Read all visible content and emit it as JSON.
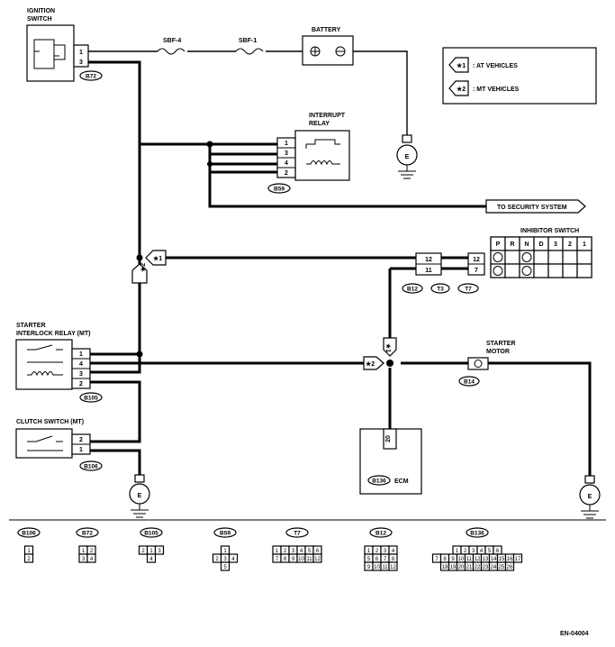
{
  "components": {
    "ignition_switch": [
      "IGNITION",
      "SWITCH"
    ],
    "battery": "BATTERY",
    "interrupt_relay": [
      "INTERRUPT",
      "RELAY"
    ],
    "inhibitor_switch": "INHIBITOR SWITCH",
    "starter_interlock_relay": [
      "STARTER",
      "INTERLOCK RELAY (MT)"
    ],
    "clutch_switch": "CLUTCH SWITCH (MT)",
    "starter_motor": [
      "STARTER",
      "MOTOR"
    ],
    "ecm": "ECM",
    "security_system": "TO SECURITY SYSTEM",
    "fuses": [
      "SBF-4",
      "SBF-1"
    ],
    "ground": "E"
  },
  "legend": {
    "at": {
      "mark": "★1",
      "text": ": AT VEHICLES"
    },
    "mt": {
      "mark": "★2",
      "text": ": MT VEHICLES"
    }
  },
  "connectors": {
    "b72": "B72",
    "b59": "B59",
    "b12": "B12",
    "t3": "T3",
    "t7": "T7",
    "b105": "B105",
    "b106": "B106",
    "b14": "B14",
    "b136": "B136"
  },
  "pins": {
    "ignition": [
      "1",
      "3"
    ],
    "interrupt_relay": [
      "1",
      "3",
      "4",
      "2"
    ],
    "b12": [
      "12",
      "11"
    ],
    "t7": [
      "12",
      "7"
    ],
    "interlock_relay": [
      "1",
      "4",
      "3",
      "2"
    ],
    "clutch": [
      "2",
      "1"
    ],
    "ecm": "20"
  },
  "inhibitor_positions": [
    "P",
    "R",
    "N",
    "D",
    "3",
    "2",
    "1"
  ],
  "connector_faces": {
    "b106": {
      "label": "B106",
      "rows": [
        [
          "1"
        ],
        [
          "2"
        ]
      ]
    },
    "b72": {
      "label": "B72",
      "rows": [
        [
          "1",
          "2"
        ],
        [
          "3",
          "4"
        ]
      ]
    },
    "b105": {
      "label": "B105",
      "rows": [
        [
          "2",
          "1",
          "3"
        ],
        [
          "4"
        ]
      ]
    },
    "b59": {
      "label": "B59",
      "rows": [
        [
          "1"
        ],
        [
          "2",
          "3",
          "4"
        ],
        [
          "5"
        ]
      ]
    },
    "t7": {
      "label": "T7",
      "rows": [
        [
          "1",
          "2",
          "3",
          "4",
          "5",
          "6"
        ],
        [
          "7",
          "8",
          "9",
          "10",
          "11",
          "12"
        ]
      ]
    },
    "b12": {
      "label": "B12",
      "rows": [
        [
          "1",
          "2",
          "3",
          "4"
        ],
        [
          "5",
          "6",
          "7",
          "8"
        ],
        [
          "9",
          "10",
          "11",
          "12"
        ]
      ]
    },
    "b136": {
      "label": "B136",
      "rows": [
        [
          "1",
          "2",
          "3",
          "4",
          "5",
          "6"
        ],
        [
          "7",
          "8",
          "9",
          "10",
          "11",
          "12",
          "13",
          "14",
          "15",
          "16",
          "17"
        ],
        [
          "18",
          "19",
          "20",
          "21",
          "22",
          "23",
          "24",
          "25",
          "26"
        ]
      ]
    }
  },
  "figure_id": "EN-04004"
}
